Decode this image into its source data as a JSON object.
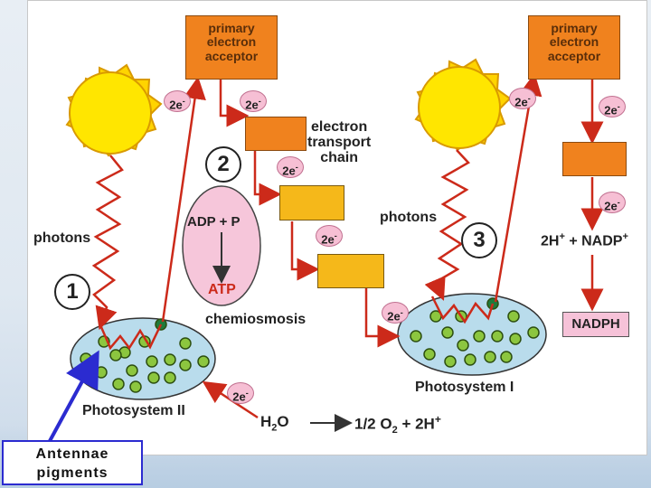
{
  "diagram": {
    "primary_acceptor_1": "primary\nelectron\nacceptor",
    "primary_acceptor_2": "primary\nelectron\nacceptor",
    "etc_label": "electron\ntransport\nchain",
    "photons_left": "photons",
    "photons_right": "photons",
    "adp_p": "ADP + P",
    "atp": "ATP",
    "chemiosmosis": "chemiosmosis",
    "photosystem_ii": "Photosystem II",
    "photosystem_i": "Photosystem I",
    "nadph": "NADPH",
    "step1": "1",
    "step2": "2",
    "step3": "3",
    "electron_badge": "2e",
    "electron_sup": "-",
    "h2o_reaction": {
      "h2o": "H",
      "h2o_sub": "2",
      "h2o_o": "O",
      "half_o2": "1/2 O",
      "half_o2_sub": "2",
      "plus_2h": " + 2H",
      "plus_sup": "+"
    },
    "nadp_reaction": {
      "two_h": "2H",
      "sup1": "+",
      "plus_nadp": " + NADP",
      "sup2": "+"
    }
  },
  "callout": {
    "antennae_label": "Antennae\npigments",
    "border_color": "#2b2bd0"
  },
  "colors": {
    "acceptor_box": "#f0821e",
    "carrier_box": "#f5b81a",
    "ellipse": "#b9dcec",
    "arrow": "#cc2a1a",
    "sun": "#ffd400"
  }
}
